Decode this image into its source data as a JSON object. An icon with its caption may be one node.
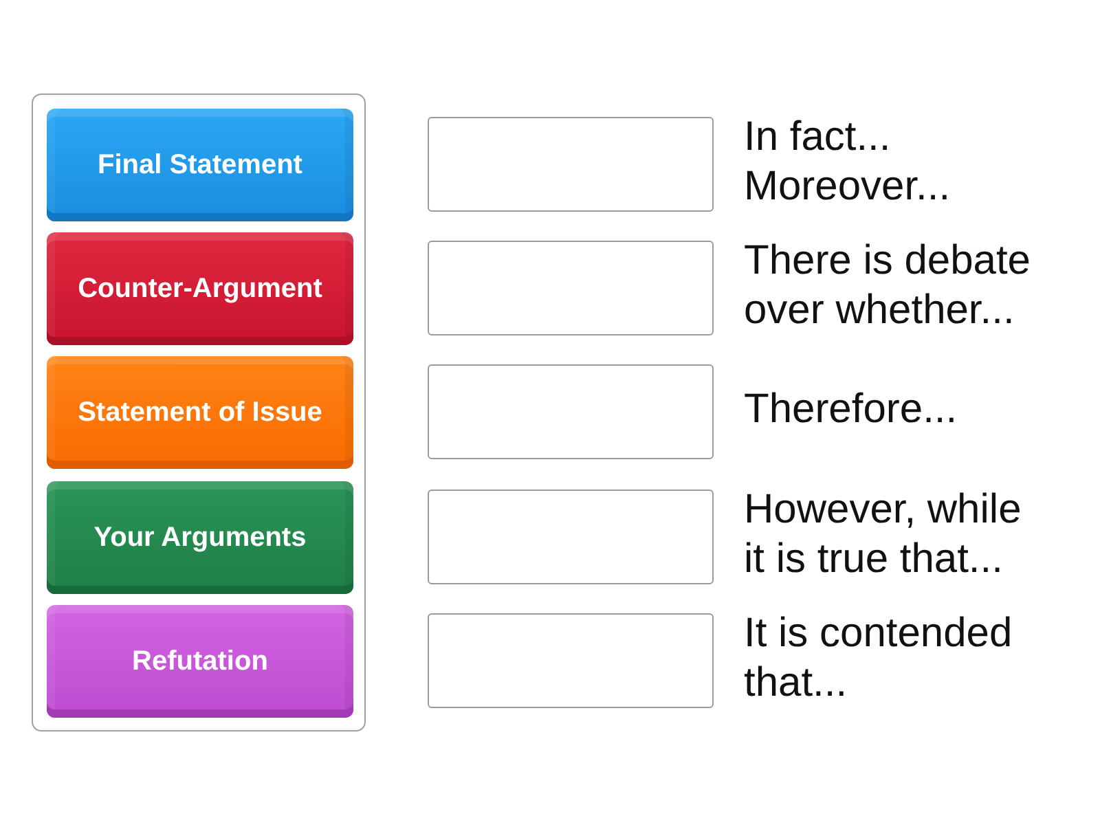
{
  "diagram": {
    "nodes": [
      {
        "text": [],
        "shape": "box"
      },
      {
        "text": [
          "Final Statement"
        ],
        "in": 0
      },
      {
        "text": [
          "Counter-Argument"
        ],
        "in": 0
      },
      {
        "text": [
          "Statement of Issue"
        ],
        "in": 0
      },
      {
        "text": [
          "Your Arguments"
        ],
        "in": 0
      },
      {
        "text": [
          "Refutation"
        ],
        "in": 0
      },
      {
        "text": [],
        "shape": "box",
        "beside": [
          "In fact... Moreover..."
        ]
      },
      {
        "text": [],
        "shape": "box",
        "beside": [
          "There is debate over whether..."
        ]
      },
      {
        "text": [],
        "shape": "box",
        "beside": [
          "Therefore..."
        ]
      },
      {
        "text": [],
        "shape": "box",
        "beside": [
          "However, while it is true that..."
        ]
      },
      {
        "text": [],
        "shape": "box",
        "beside": [
          "It is contended that..."
        ]
      }
    ],
    "edges": []
  }
}
